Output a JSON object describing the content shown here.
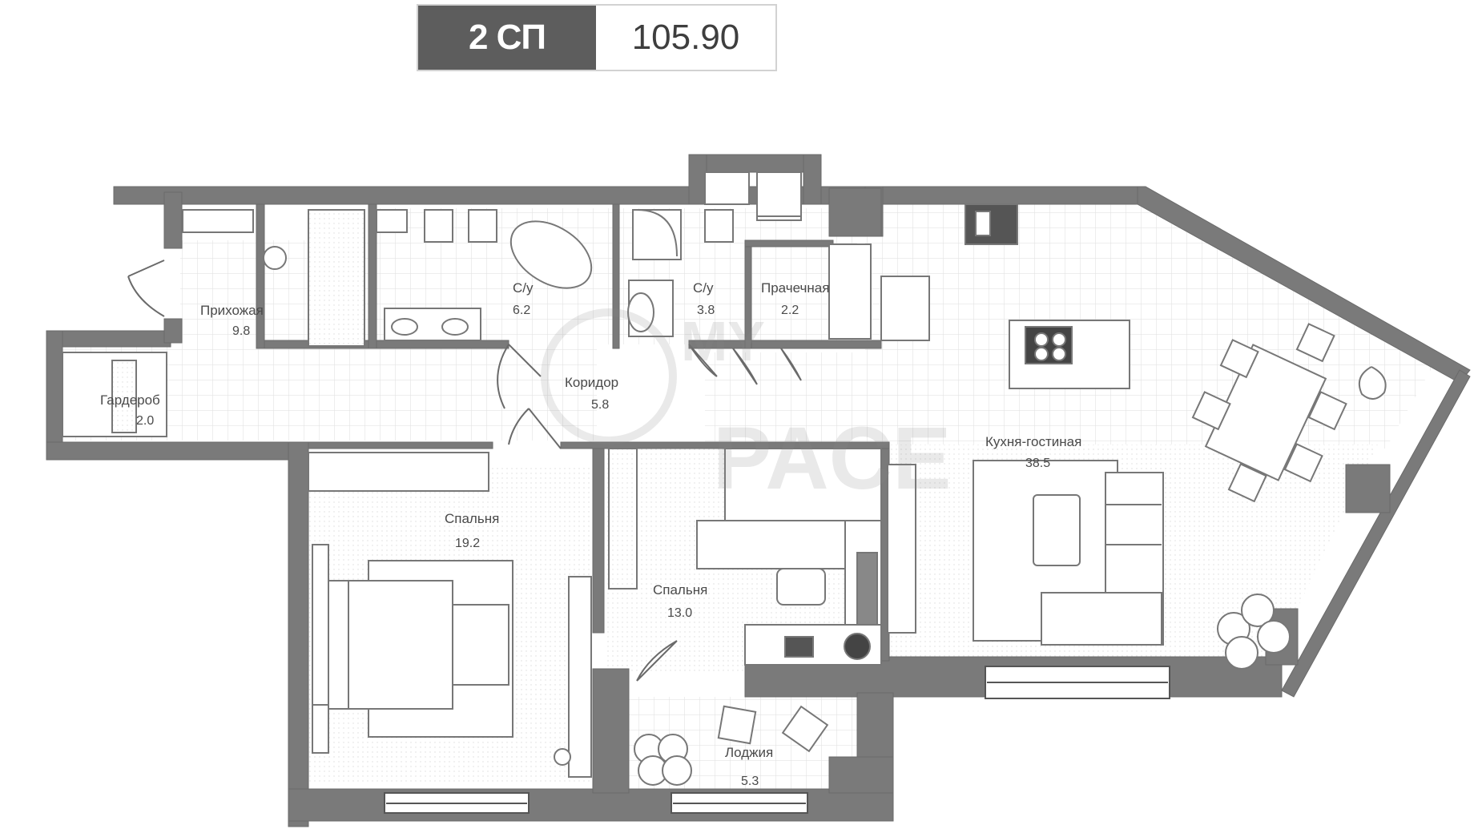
{
  "header": {
    "apartment_type": "2 СП",
    "total_area": "105.90"
  },
  "watermark": {
    "top": "MY",
    "bottom": "PACE"
  },
  "rooms": [
    {
      "id": "hallway",
      "label": "Прихожая",
      "area": "9.8"
    },
    {
      "id": "wardrobe",
      "label": "Гардероб",
      "area": "2.0"
    },
    {
      "id": "bathroom1",
      "label": "С/у",
      "area": "6.2"
    },
    {
      "id": "bathroom2",
      "label": "С/у",
      "area": "3.8"
    },
    {
      "id": "laundry",
      "label": "Прачечная",
      "area": "2.2"
    },
    {
      "id": "corridor",
      "label": "Коридор",
      "area": "5.8"
    },
    {
      "id": "kitchen",
      "label": "Кухня-гостиная",
      "area": "38.5"
    },
    {
      "id": "bedroom1",
      "label": "Спальня",
      "area": "19.2"
    },
    {
      "id": "bedroom2",
      "label": "Спальня",
      "area": "13.0"
    },
    {
      "id": "loggia",
      "label": "Лоджия",
      "area": "5.3"
    }
  ],
  "colors": {
    "wall": "#7a7a7a",
    "tile": "#e6e6e6",
    "badge_dark": "#5d5d5d"
  }
}
